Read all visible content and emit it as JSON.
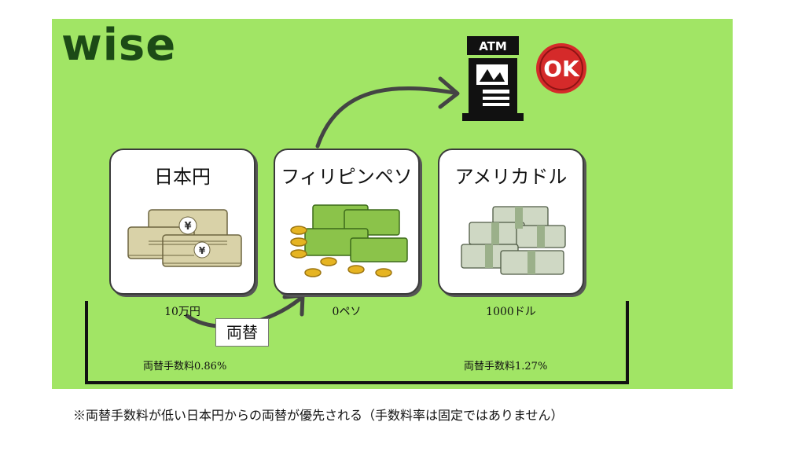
{
  "brand": {
    "logo": "wise"
  },
  "atm": {
    "label": "ATM"
  },
  "ok_badge": {
    "label": "OK"
  },
  "cards": [
    {
      "title": "日本円",
      "amount": "10万円"
    },
    {
      "title": "フィリピンペソ",
      "amount": "0ペソ"
    },
    {
      "title": "アメリカドル",
      "amount": "1000ドル"
    }
  ],
  "exchange": {
    "label": "両替"
  },
  "fees": {
    "left": "両替手数料0.86%",
    "right": "両替手数料1.27%"
  },
  "footnote": "※両替手数料が低い日本円からの両替が優先される（手数料率は固定ではありません）",
  "colors": {
    "panel": "#a1e565",
    "logo": "#1c4a16",
    "ok": "#d52a2a",
    "bill_green": "#8bc34a"
  }
}
